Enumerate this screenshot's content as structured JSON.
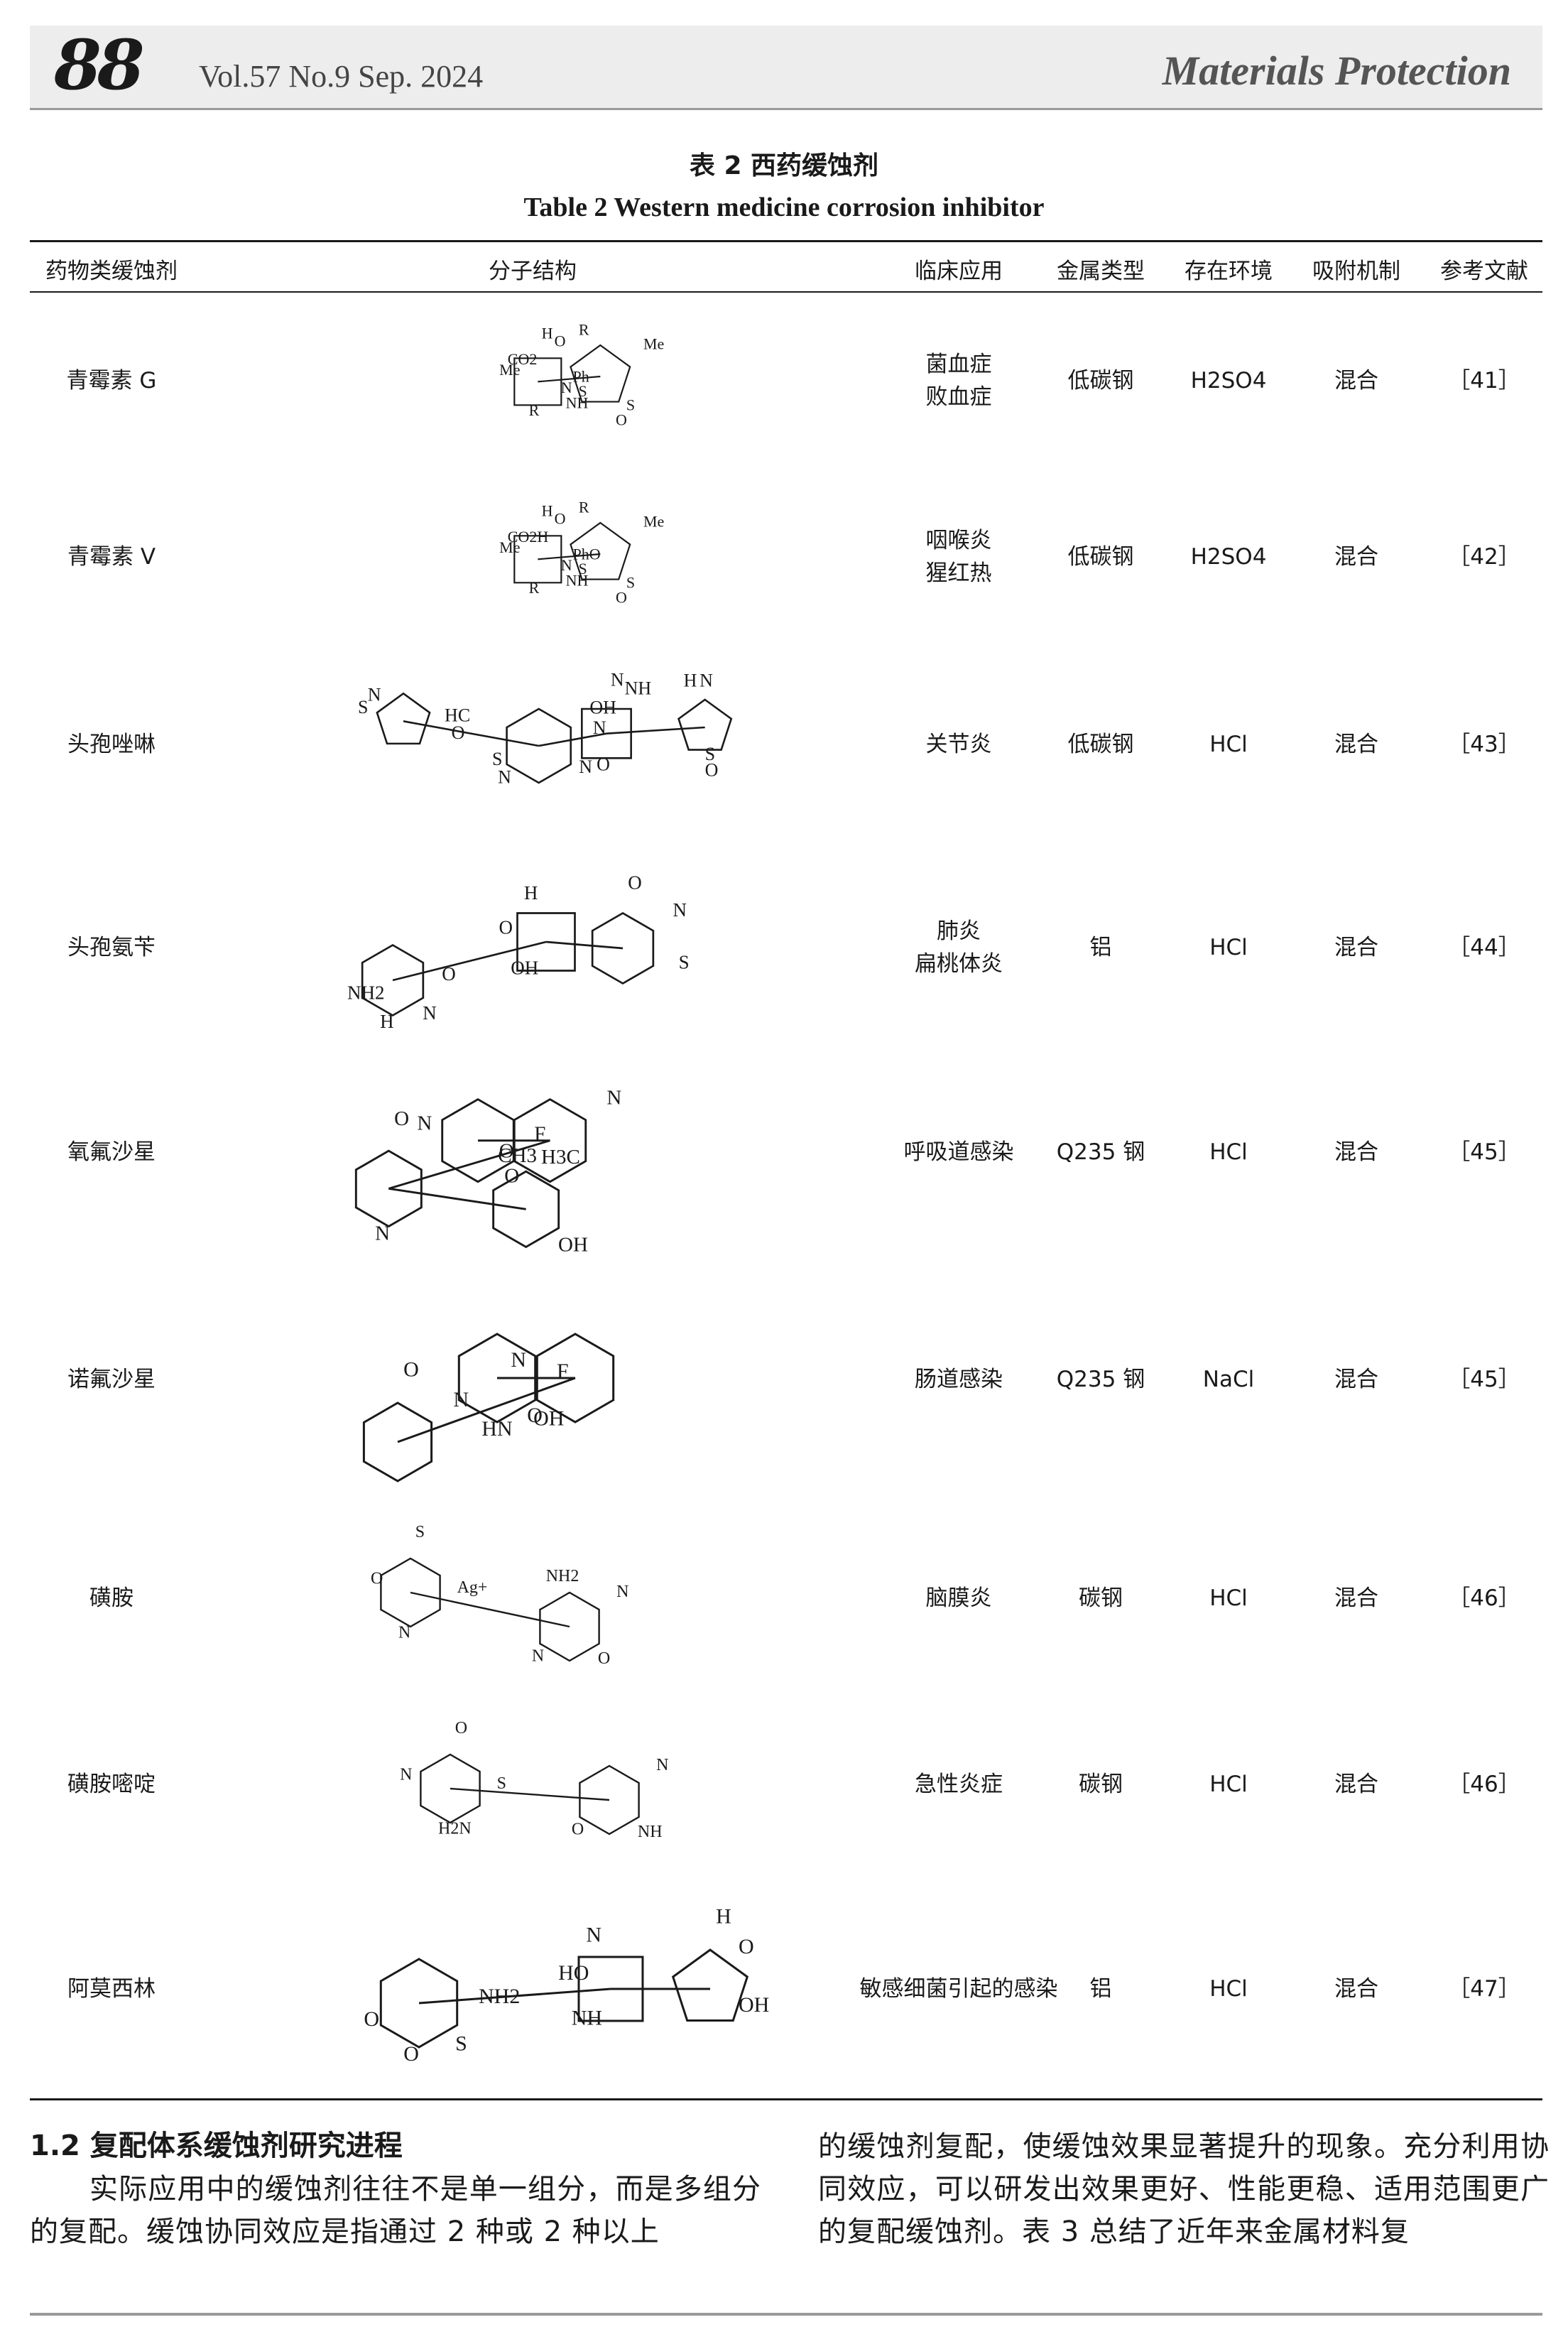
{
  "header": {
    "page_number": "88",
    "volume_line": "Vol.57 No.9 Sep. 2024",
    "journal": "Materials Protection"
  },
  "table": {
    "caption_zh": "表 2   西药缓蚀剂",
    "caption_en": "Table 2   Western medicine corrosion inhibitor",
    "headers": [
      "药物类缓蚀剂",
      "分子结构",
      "临床应用",
      "金属类型",
      "存在环境",
      "吸附机制",
      "参考文献"
    ],
    "rows": [
      {
        "drug": "青霉素 G",
        "clinical": [
          "菌血症",
          "败血症"
        ],
        "metal": "低碳钢",
        "env": "H2SO4",
        "mechanism": "混合",
        "ref": "［41］",
        "structure": {
          "labels": [
            "Ph",
            "NH",
            "H",
            "S",
            "Me",
            "Me",
            "R",
            "R",
            "S",
            "N",
            "O",
            "O",
            "CO2"
          ]
        }
      },
      {
        "drug": "青霉素 V",
        "clinical": [
          "咽喉炎",
          "猩红热"
        ],
        "metal": "低碳钢",
        "env": "H2SO4",
        "mechanism": "混合",
        "ref": "［42］",
        "structure": {
          "labels": [
            "PhO",
            "NH",
            "H",
            "S",
            "Me",
            "Me",
            "R",
            "R",
            "S",
            "N",
            "O",
            "O",
            "CO2H"
          ]
        }
      },
      {
        "drug": "头孢唑啉",
        "clinical": [
          "关节炎"
        ],
        "metal": "低碳钢",
        "env": "HCl",
        "mechanism": "混合",
        "ref": "［43］",
        "structure": {
          "labels": [
            "HC",
            "N",
            "N",
            "S",
            "S",
            "OH",
            "O",
            "H",
            "O",
            "S",
            "NH",
            "O",
            "N",
            "N",
            "N",
            "N"
          ]
        }
      },
      {
        "drug": "头孢氨苄",
        "clinical": [
          "肺炎",
          "扁桃体炎"
        ],
        "metal": "铝",
        "env": "HCl",
        "mechanism": "混合",
        "ref": "［44］",
        "structure": {
          "labels": [
            "O",
            "OH",
            "O",
            "N",
            "O",
            "N",
            "H",
            "H",
            "S",
            "NH2"
          ]
        }
      },
      {
        "drug": "氧氟沙星",
        "clinical": [
          "呼吸道感染"
        ],
        "metal": "Q235 钢",
        "env": "HCl",
        "mechanism": "混合",
        "ref": "［45］",
        "structure": {
          "labels": [
            "F",
            "O",
            "O",
            "OH",
            "N",
            "N",
            "N",
            "O",
            "H3C",
            "CH3"
          ]
        }
      },
      {
        "drug": "诺氟沙星",
        "clinical": [
          "肠道感染"
        ],
        "metal": "Q235 钢",
        "env": "NaCl",
        "mechanism": "混合",
        "ref": "［45］",
        "structure": {
          "labels": [
            "F",
            "O",
            "O",
            "OH",
            "N",
            "N",
            "HN"
          ]
        }
      },
      {
        "drug": "磺胺",
        "clinical": [
          "脑膜炎"
        ],
        "metal": "碳钢",
        "env": "HCl",
        "mechanism": "混合",
        "ref": "［46］",
        "structure": {
          "labels": [
            "Ag+",
            "N",
            "S",
            "O",
            "O",
            "N",
            "N",
            "NH2"
          ]
        }
      },
      {
        "drug": "磺胺嘧啶",
        "clinical": [
          "急性炎症"
        ],
        "metal": "碳钢",
        "env": "HCl",
        "mechanism": "混合",
        "ref": "［46］",
        "structure": {
          "labels": [
            "S",
            "O",
            "O",
            "NH",
            "N",
            "N",
            "H2N"
          ]
        }
      },
      {
        "drug": "阿莫西林",
        "clinical": [
          "敏感细菌引起的感染"
        ],
        "metal": "铝",
        "env": "HCl",
        "mechanism": "混合",
        "ref": "［47］",
        "structure": {
          "labels": [
            "NH2",
            "NH",
            "H",
            "S",
            "HO",
            "O",
            "O",
            "N",
            "OH",
            "O"
          ]
        }
      }
    ]
  },
  "section": {
    "title": "1.2   复配体系缓蚀剂研究进程",
    "left_paragraph": "实际应用中的缓蚀剂往往不是单一组分，而是多组分的复配。缓蚀协同效应是指通过 2 种或 2 种以上",
    "right_paragraph": "的缓蚀剂复配，使缓蚀效果显著提升的现象。充分利用协同效应，可以研发出效果更好、性能更稳、适用范围更广的复配缓蚀剂。表 3 总结了近年来金属材料复"
  }
}
